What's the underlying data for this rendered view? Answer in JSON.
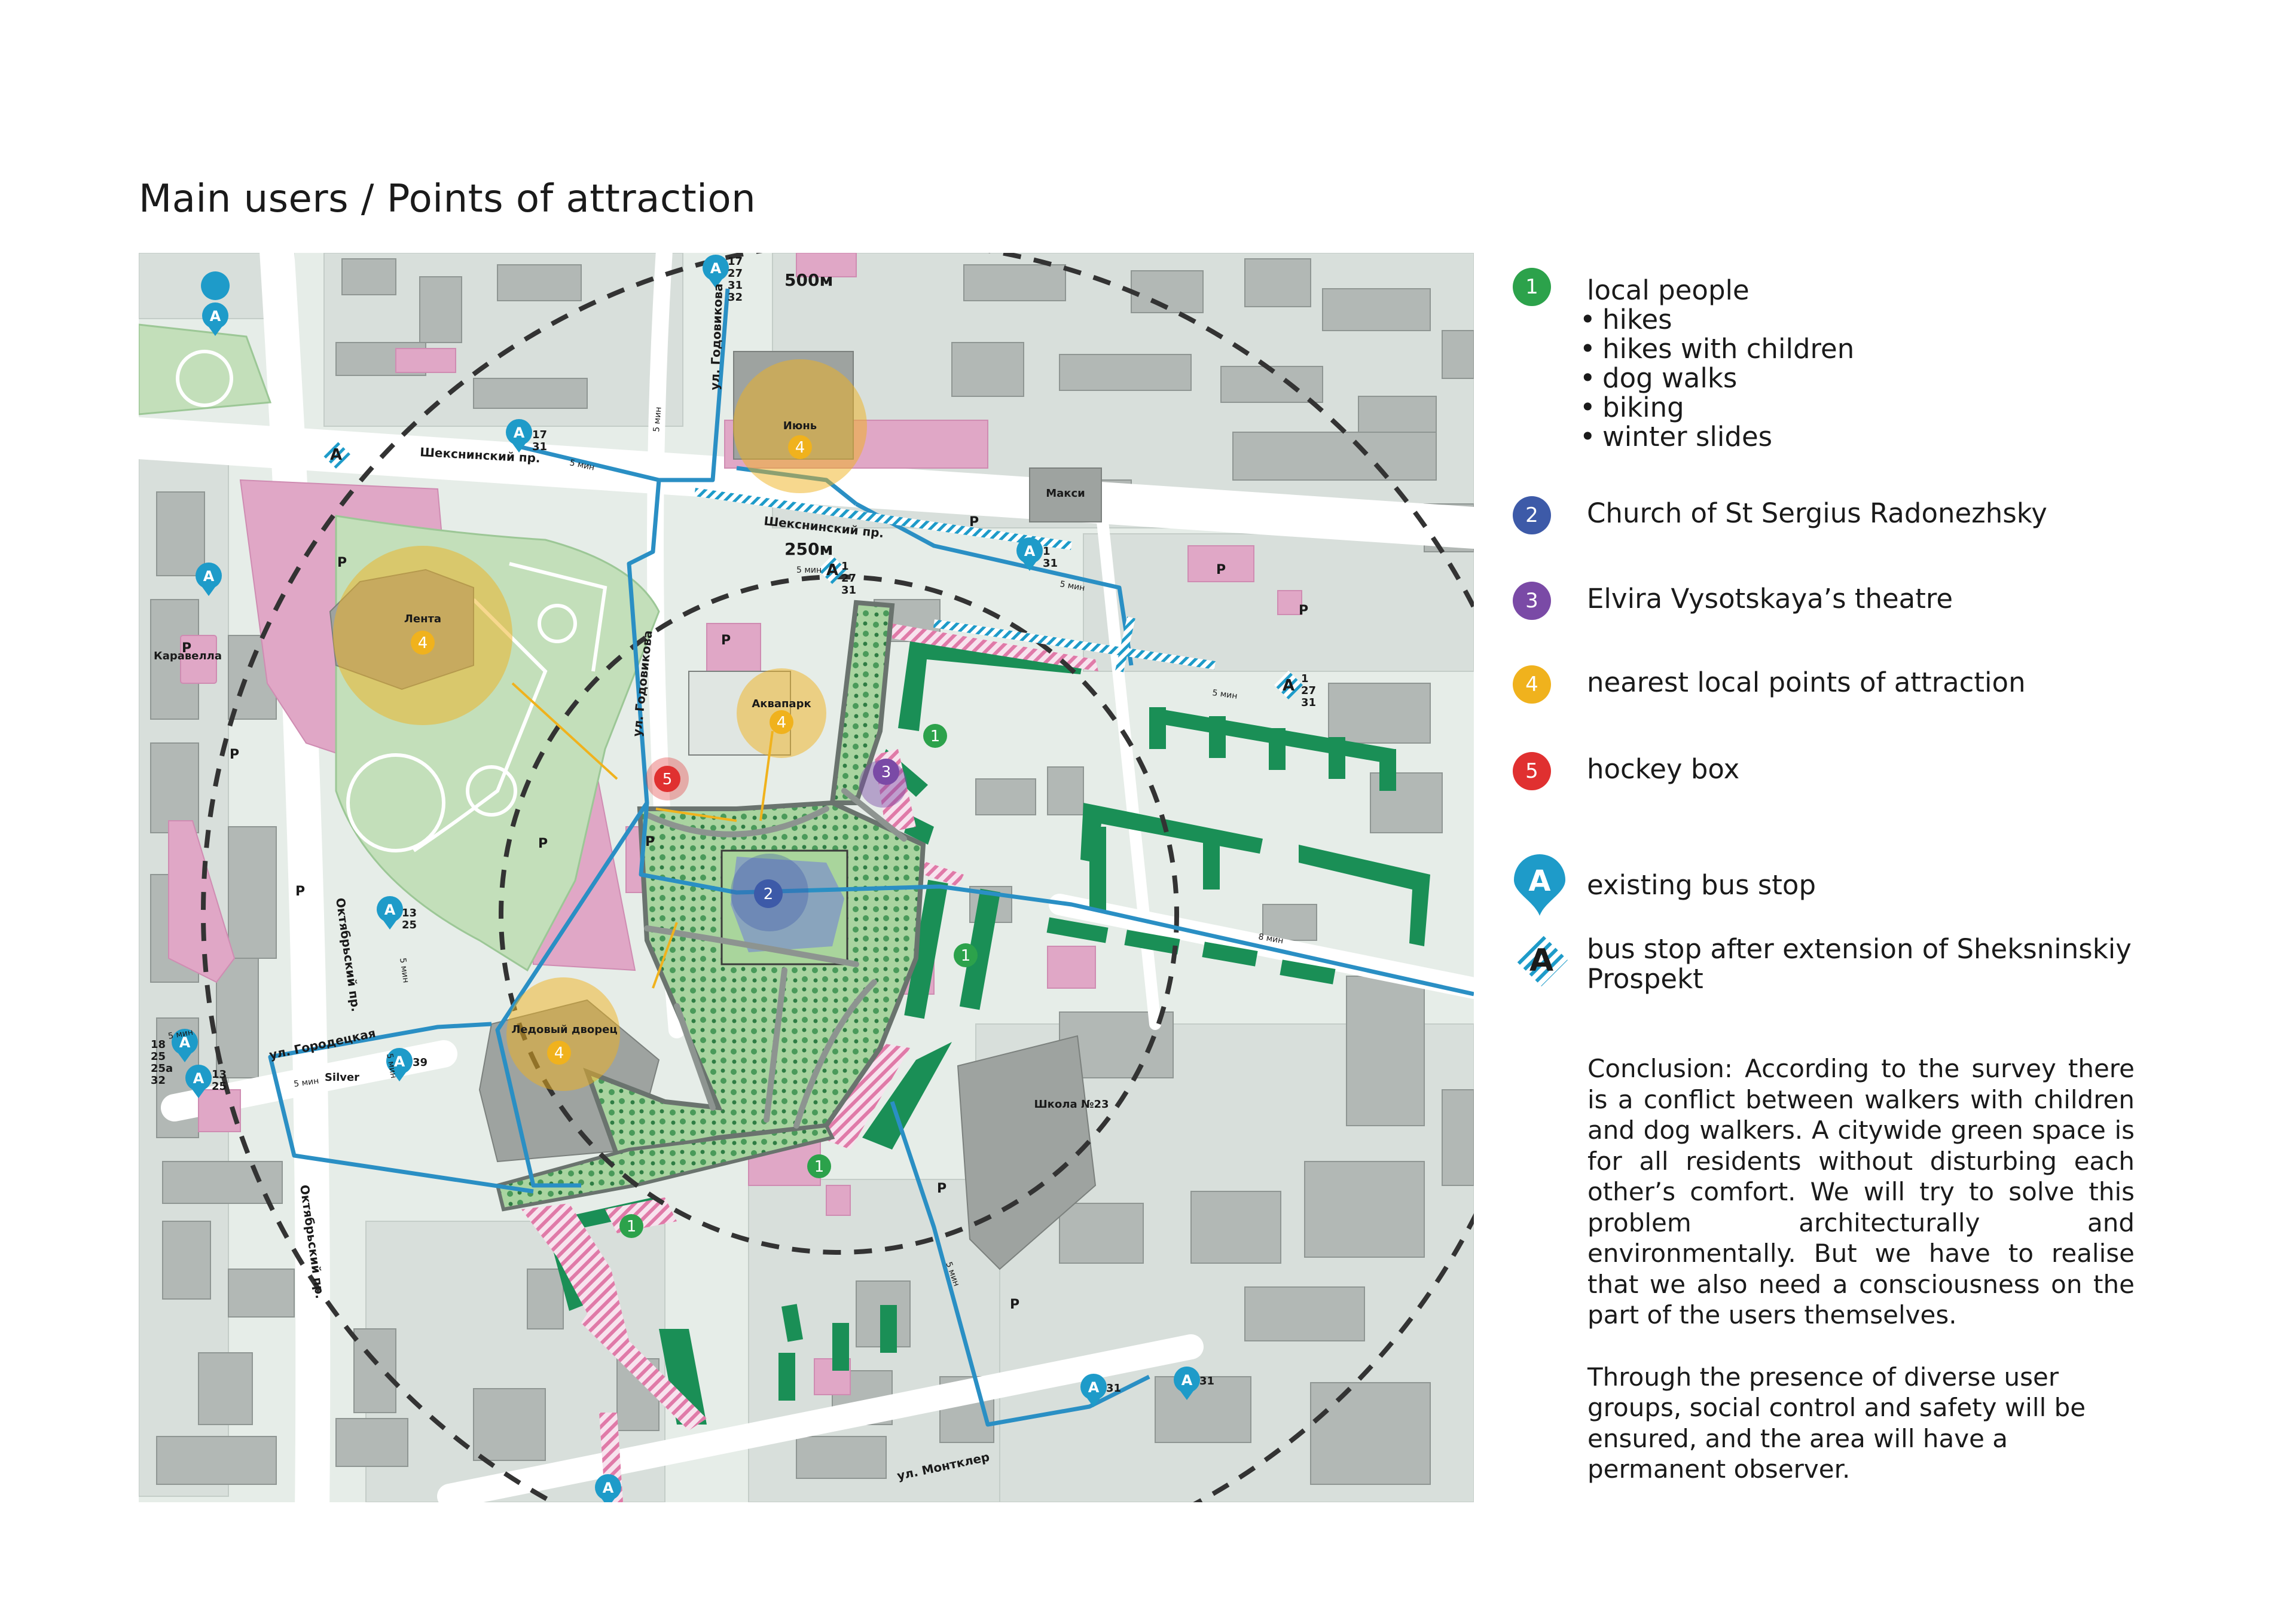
{
  "title": "Main users / Points of attraction",
  "colors": {
    "local_people": "#2ca24b",
    "church": "#3d5aa8",
    "theatre": "#7a4aa6",
    "attraction": "#f0b21d",
    "hockey": "#e03030",
    "bus_stop": "#1e9bc9",
    "housing": "#1a8f56",
    "pink_zone": "#e2a6c6",
    "park_green": "#bcdcb4",
    "road_blue": "#2a8fc4"
  },
  "legend": {
    "local_people": {
      "num": "1",
      "label": "local people",
      "activities": [
        "hikes",
        "hikes with children",
        "dog walks",
        "biking",
        "winter slides"
      ]
    },
    "church": {
      "num": "2",
      "label": "Church of St Sergius Radonezhsky"
    },
    "theatre": {
      "num": "3",
      "label": "Elvira Vysotskaya’s theatre"
    },
    "attraction": {
      "num": "4",
      "label": "nearest local points of attraction"
    },
    "hockey": {
      "num": "5",
      "label": "hockey box"
    },
    "bus_stop": {
      "icon": "bus-stop-pin-icon",
      "letter": "A",
      "label": "existing bus stop"
    },
    "future_bus_stop": {
      "icon": "hatched-bus-stop-icon",
      "letter": "A",
      "line1": "bus stop after extension of Sheksninskiy",
      "line2": "Prospekt"
    }
  },
  "conclusion": {
    "p1": "Conclusion: According to the survey there is a conflict between walkers with children and dog walkers. A citywide green space is for all residents without disturbing each other’s comfort. We will try to solve this problem architecturally and environmentally. But we have to realise that we also need a consciousness on the part of the users themselves.",
    "p2": "Through the presence of diverse user groups, social control and safety will be ensured, and the area will have a permanent observer."
  },
  "map": {
    "radius_500": "500м",
    "radius_250": "250м",
    "streets": {
      "sheksninsky_1": "Шекснинский пр.",
      "sheksninsky_2": "Шекснинский пр.",
      "godovikova_1": "ул. Годовикова",
      "godovikova_2": "ул. Годовикова",
      "oktyabrsky_1": "Октябрьский пр.",
      "oktyabrsky_2": "Октябрьский пр.",
      "gorodetskaya": "ул. Городецкая",
      "montkler": "ул. Монтклер"
    },
    "places": {
      "lenta": "Лента",
      "iyun": "Июнь",
      "akvapark": "Аквапарк",
      "ice_palace": "Ледовый дворец",
      "maksi": "Макси",
      "karavella": "Каравелла",
      "silver": "Silver",
      "school": "Школа №23"
    },
    "parking": "P",
    "walk_time": "5 мин",
    "walk_time_8": "8 мин",
    "route_numbers": {
      "top": [
        "17",
        "27",
        "31",
        "32"
      ],
      "sheksninsky_west": [
        "17",
        "31"
      ],
      "center": [
        "1",
        "27",
        "31"
      ],
      "maksi": [
        "1",
        "31"
      ],
      "east": [
        "1",
        "27",
        "31"
      ],
      "oktyabrsky": [
        "13",
        "25"
      ],
      "gorodetskaya_w": [
        "18",
        "25",
        "25а",
        "32"
      ],
      "gorodetskaya_s": [
        "13",
        "25"
      ],
      "silver": [
        "39"
      ],
      "montkler_1": [
        "31"
      ],
      "montkler_2": [
        "31"
      ]
    }
  }
}
